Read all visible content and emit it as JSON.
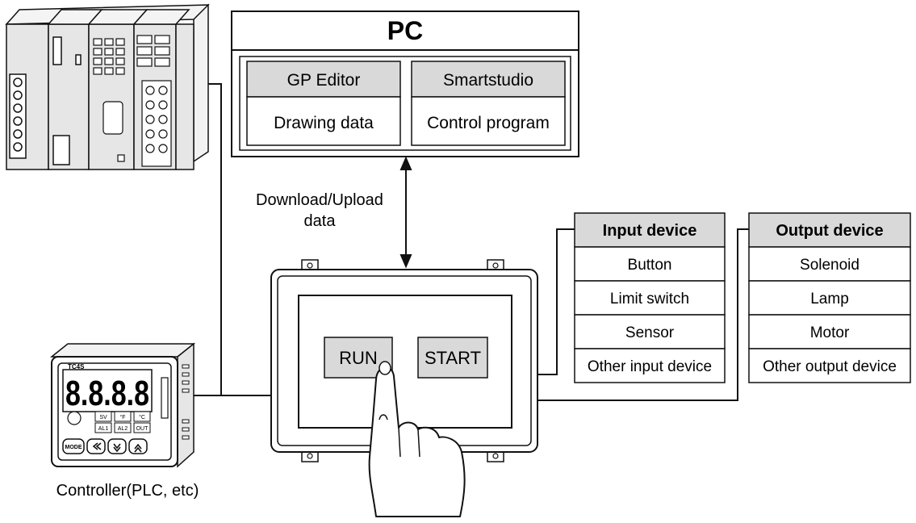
{
  "pc": {
    "title": "PC",
    "software": [
      {
        "name": "GP Editor",
        "output": "Drawing data"
      },
      {
        "name": "Smartstudio",
        "output": "Control program"
      }
    ]
  },
  "link_label": {
    "line1": "Download/Upload",
    "line2": "data"
  },
  "hmi": {
    "buttons": [
      "RUN",
      "START"
    ]
  },
  "input_device": {
    "header": "Input device",
    "items": [
      "Button",
      "Limit switch",
      "Sensor",
      "Other input device"
    ]
  },
  "output_device": {
    "header": "Output device",
    "items": [
      "Solenoid",
      "Lamp",
      "Motor",
      "Other output device"
    ]
  },
  "controller": {
    "caption": "Controller(PLC, etc)",
    "model": "TC4S",
    "display": "8.8.8.8",
    "indicators": [
      "SV",
      "°F",
      "°C",
      "AL1",
      "AL2",
      "OUT"
    ],
    "mode_key": "MODE"
  },
  "colors": {
    "header_fill": "#d9d9d9",
    "line": "#111111",
    "panel_gray": "#e6e6e6"
  }
}
